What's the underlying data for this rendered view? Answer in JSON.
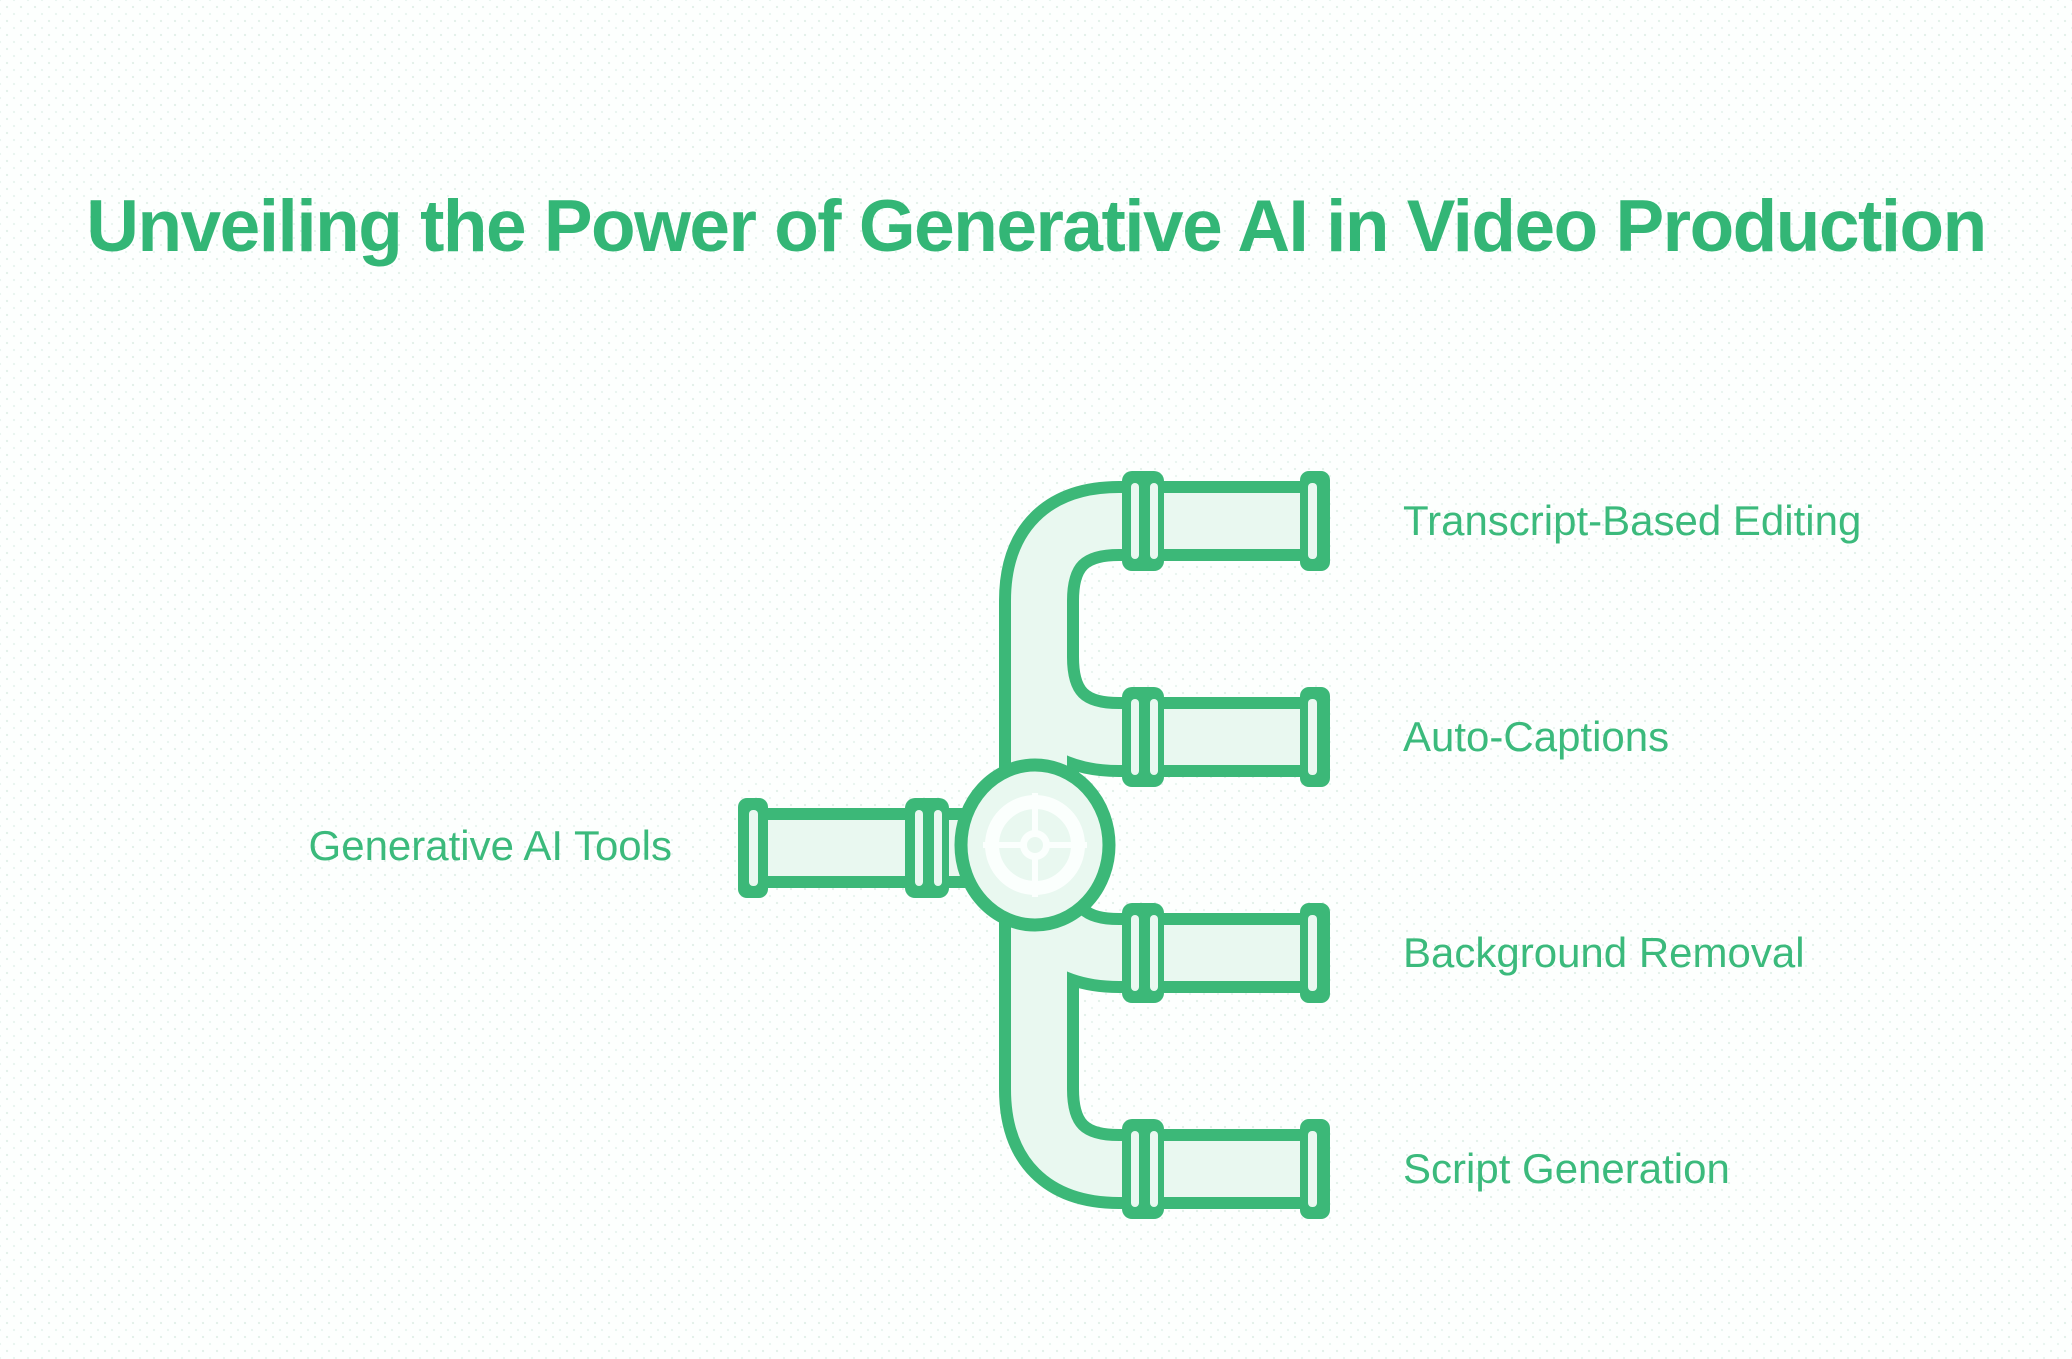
{
  "title": "Unveiling the Power of Generative AI in Video Production",
  "diagram": {
    "source_label": "Generative AI Tools",
    "branches": [
      {
        "label": "Transcript-Based Editing"
      },
      {
        "label": "Auto-Captions"
      },
      {
        "label": "Background Removal"
      },
      {
        "label": "Script Generation"
      }
    ],
    "icons": {
      "valve": "valve-wheel-icon"
    }
  },
  "colors": {
    "title_green": "#33b676",
    "label_green": "#3bba7c",
    "pipe_green": "#3cb878",
    "pipe_fill": "#e9f8f0",
    "wheel_white": "#fbfffd",
    "background": "#fdfffe"
  }
}
